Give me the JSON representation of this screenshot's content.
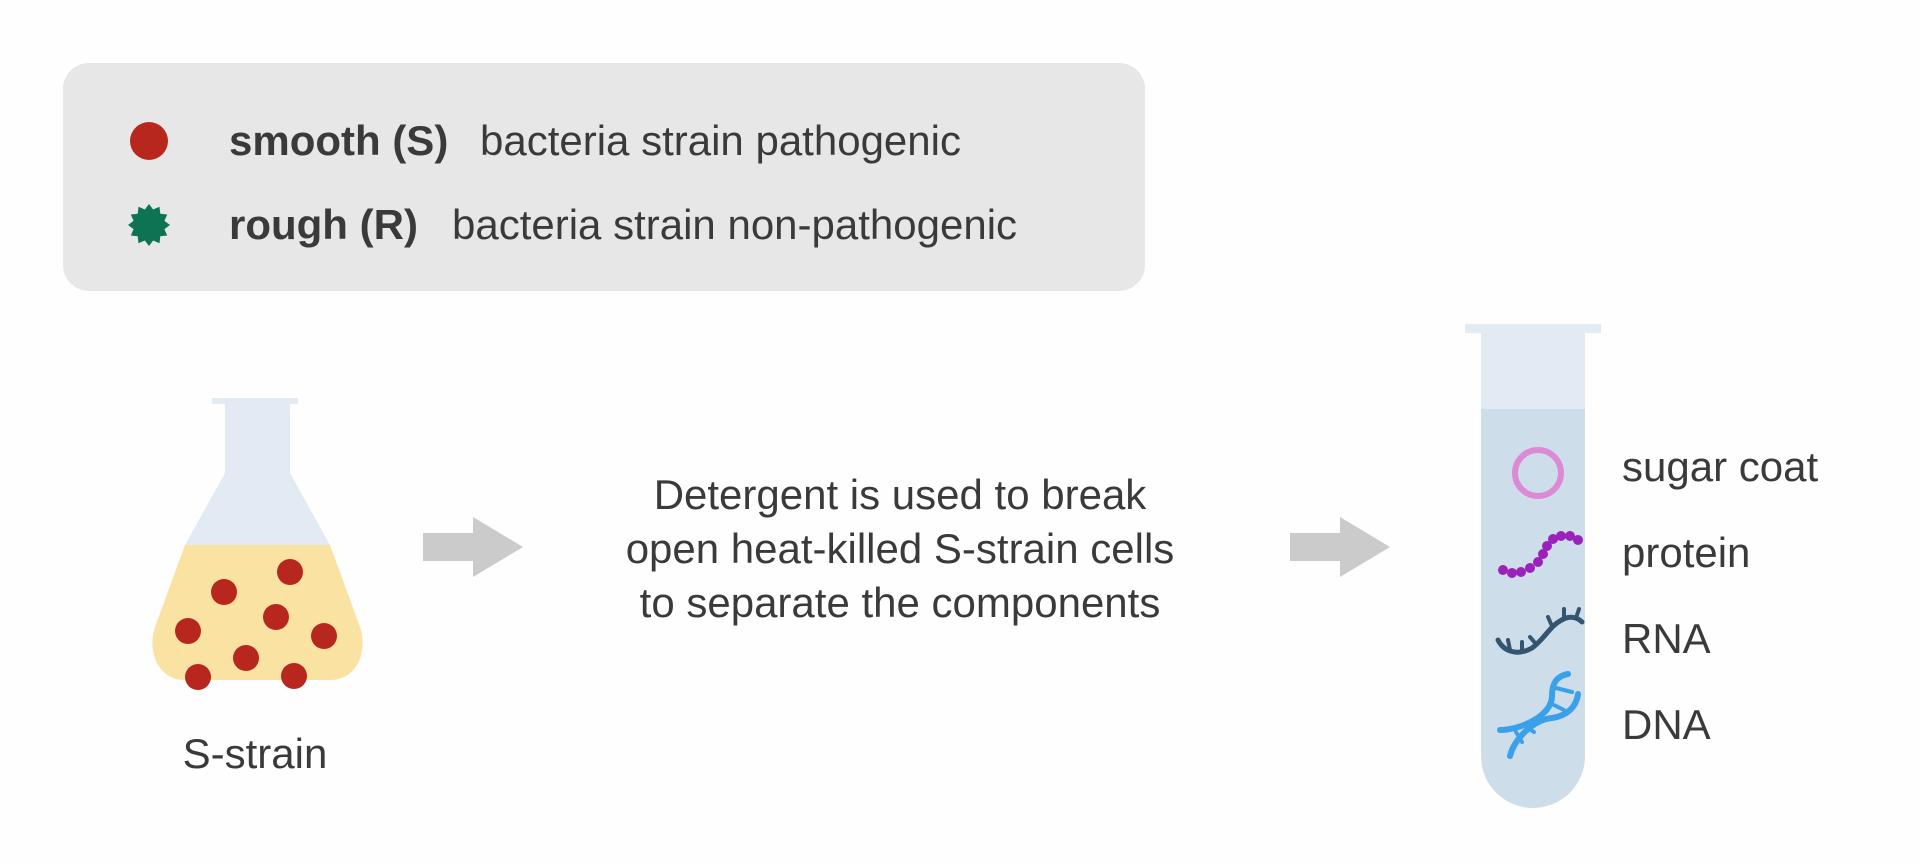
{
  "legend": {
    "smooth": {
      "term": "smooth (S)",
      "description": "bacteria strain pathogenic",
      "icon": "red-circle-icon",
      "color": "#b7271d"
    },
    "rough": {
      "term": "rough (R)",
      "description": "bacteria strain non-pathogenic",
      "icon": "green-star-icon",
      "color": "#0d7352"
    }
  },
  "flask": {
    "label": "S-strain",
    "liquid_color": "#fae2a3",
    "neck_color": "#e2ebf3",
    "bacteria_color": "#b7271d"
  },
  "caption": {
    "line1": "Detergent is used to break",
    "line2": "open heat-killed S-strain cells",
    "line3": "to separate the components"
  },
  "tube": {
    "components": [
      {
        "label": "sugar coat",
        "icon": "sugar-coat-ring-icon",
        "color": "#dd8ad6"
      },
      {
        "label": "protein",
        "icon": "protein-chain-icon",
        "color": "#9a22bb"
      },
      {
        "label": "RNA",
        "icon": "rna-strand-icon",
        "color": "#33556f"
      },
      {
        "label": "DNA",
        "icon": "dna-helix-icon",
        "color": "#3aa0ea"
      }
    ]
  },
  "colors": {
    "arrow": "#cbcbcb",
    "panel": "#e7e7e7",
    "text": "#3a3a3a"
  }
}
